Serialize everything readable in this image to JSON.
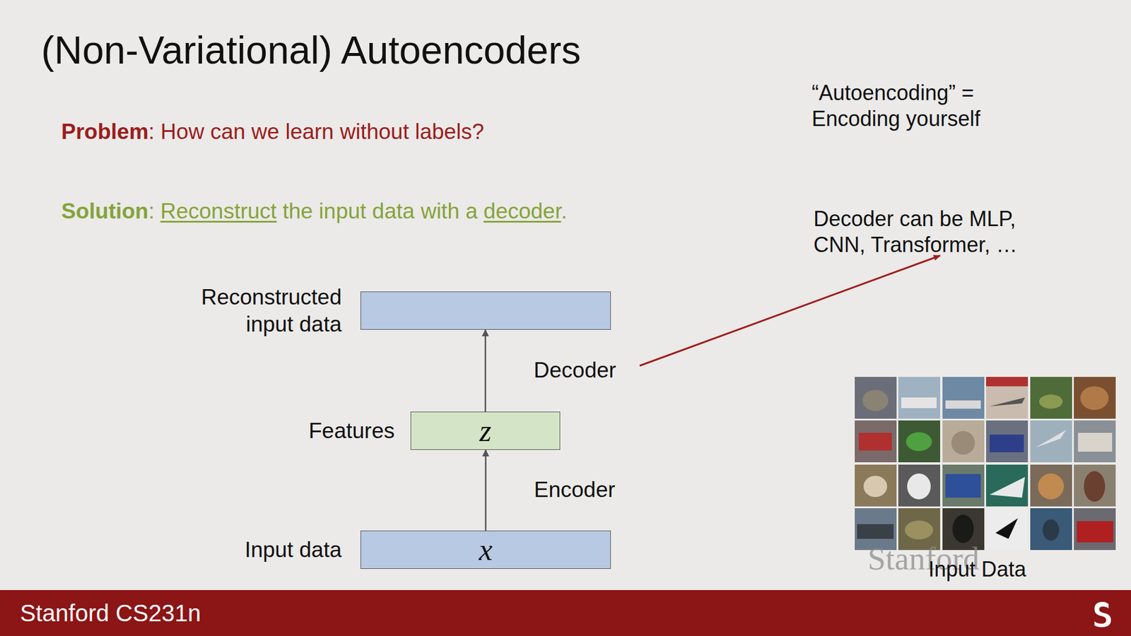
{
  "diagram": {
    "title": "(Non-Variational) Autoencoders",
    "nodes": [
      {
        "text": [
          "Reconstructed input data"
        ]
      },
      {
        "text": [
          "Features",
          "z"
        ]
      },
      {
        "text": [
          "Input data",
          "x"
        ]
      }
    ],
    "edges": [
      {
        "from": 2,
        "to": 1,
        "label": "Encoder",
        "arrow": "to"
      },
      {
        "from": 1,
        "to": 0,
        "label": "Decoder",
        "arrow": "to"
      }
    ],
    "labels": [
      "“Autoencoding” = Encoding yourself",
      "Problem",
      ": How can we learn without labels?",
      "Solution",
      ":",
      "Reconstruct",
      "the input data with a",
      "decoder",
      ".",
      "Decoder can be MLP, CNN, Transformer, …",
      "Stanford",
      "Input Data",
      "Stanford CS231n"
    ]
  }
}
